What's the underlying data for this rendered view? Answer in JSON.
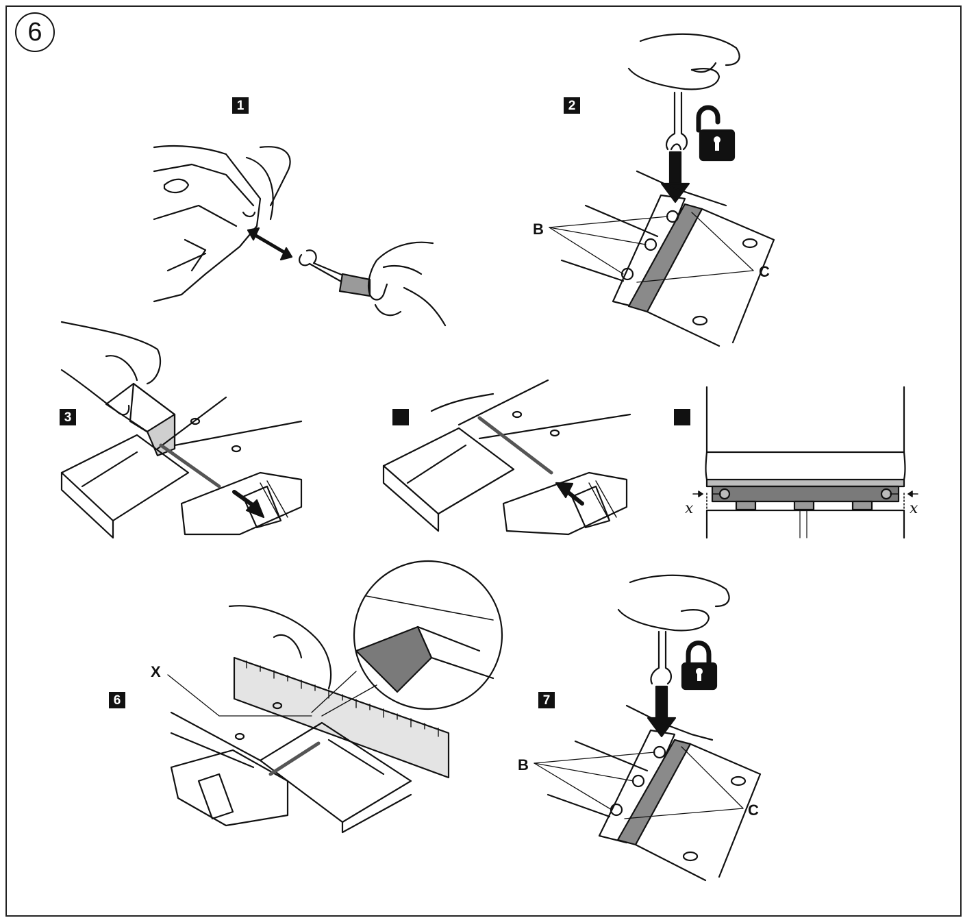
{
  "figure": {
    "number": "6"
  },
  "steps": [
    {
      "id": "1",
      "label": "1"
    },
    {
      "id": "2",
      "label": "2"
    },
    {
      "id": "3",
      "label": "3"
    },
    {
      "id": "4",
      "label": ""
    },
    {
      "id": "5",
      "label": ""
    },
    {
      "id": "6",
      "label": "6"
    },
    {
      "id": "7",
      "label": "7"
    }
  ],
  "callouts": {
    "b": "B",
    "c": "C",
    "x": "X"
  },
  "gap_label": "x",
  "icons": {
    "step2": [
      "hand-icon",
      "wrench-icon",
      "unlock-icon",
      "down-arrow-icon"
    ],
    "step7": [
      "hand-icon",
      "wrench-icon",
      "lock-icon",
      "down-arrow-icon"
    ],
    "step1": [
      "double-arrow-icon"
    ],
    "step3": [
      "arrow-icon"
    ],
    "step4": [
      "arrow-icon"
    ],
    "step5": [
      "gap-arrow-icon"
    ]
  },
  "colors": {
    "ink": "#111111",
    "blade": "#7a7a7a",
    "shade": "#c8c8c8"
  }
}
